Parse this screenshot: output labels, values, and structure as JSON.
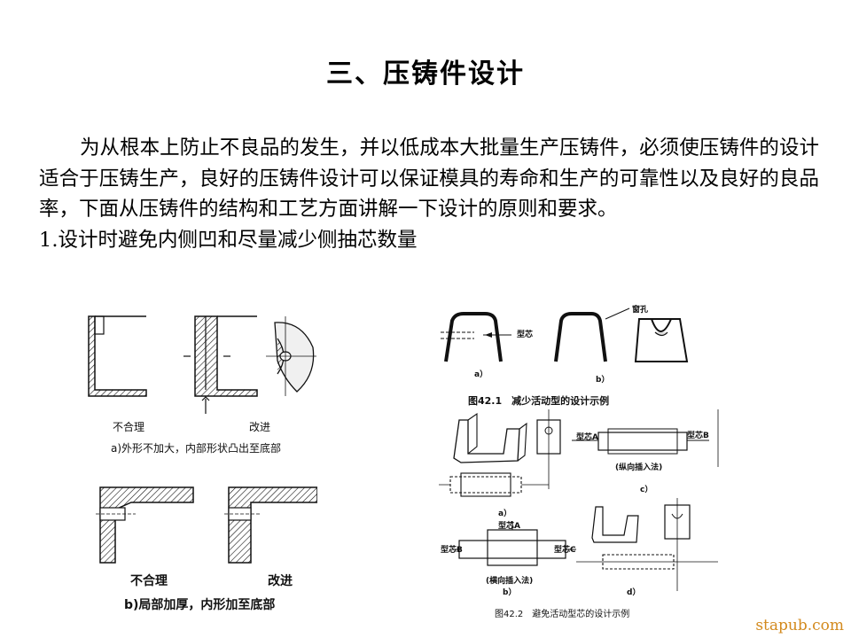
{
  "title": "三、压铸件设计",
  "intro_paragraph": "为从根本上防止不良品的发生，并以低成本大批量生产压铸件，必须使压铸件的设计适合于压铸生产，良好的压铸件设计可以保证模具的寿命和生产的可靠性以及良好的良品率，下面从压铸件的结构和工艺方面讲解一下设计的原则和要求。",
  "section_item": "1.设计时避免内侧凹和尽量减少侧抽芯数量",
  "left_figure": {
    "top_labels": {
      "bad": "不合理",
      "good": "改进"
    },
    "top_caption": "a)外形不加大，内部形状凸出至底部",
    "bottom_labels": {
      "bad": "不合理",
      "good": "改进"
    },
    "bottom_caption": "b)局部加厚，内形加至底部"
  },
  "right_figure": {
    "fig421": {
      "core_label": "型芯",
      "hole_label": "窗孔",
      "sub_a": "a）",
      "sub_b": "b）",
      "caption": "图42.1　减少活动型的设计示例"
    },
    "fig422": {
      "core_a": "型芯A",
      "core_b": "型芯B",
      "vertical_insert": "(纵向插入法)",
      "sub_c": "c）",
      "sub_a": "a）",
      "core_a2": "型芯A",
      "core_b2": "型芯B",
      "core_c": "型芯C",
      "horizontal_insert": "(横向插入法)",
      "sub_b": "b）",
      "sub_d": "d）",
      "caption": "图42.2　避免活动型芯的设计示例"
    }
  },
  "watermark": "stapub.com"
}
